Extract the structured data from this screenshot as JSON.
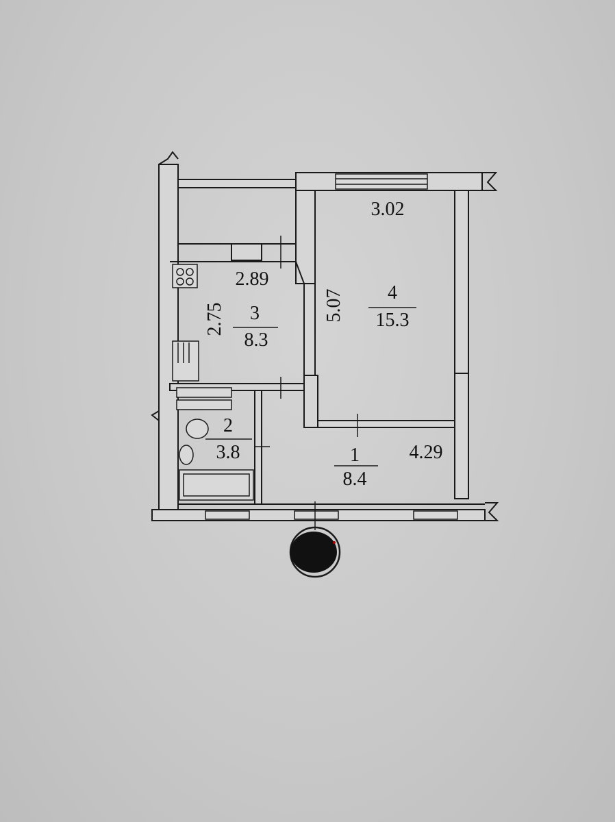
{
  "rooms": [
    {
      "number": "1",
      "area": "8.4"
    },
    {
      "number": "2",
      "area": "3.8"
    },
    {
      "number": "3",
      "area": "8.3"
    },
    {
      "number": "4",
      "area": "15.3"
    }
  ],
  "dimensions": {
    "living_width": "3.02",
    "living_length": "5.07",
    "kitchen_width": "2.89",
    "kitchen_length": "2.75",
    "hall_length": "4.29"
  }
}
